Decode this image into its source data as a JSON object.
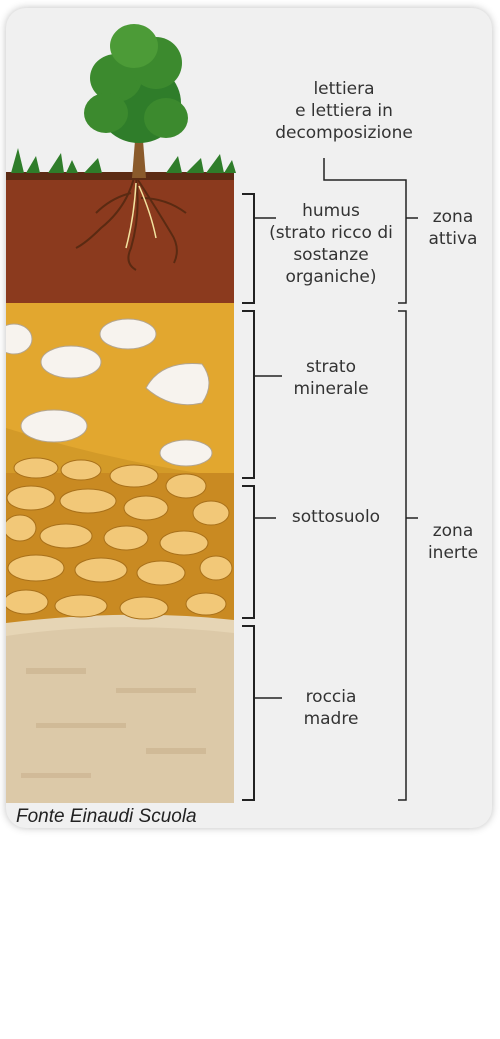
{
  "labels": {
    "lettiera": [
      "lettiera",
      "e lettiera in",
      "decomposizione"
    ],
    "humus": [
      "humus",
      "(strato ricco di",
      "sostanze",
      "organiche)"
    ],
    "strato_minerale": [
      "strato",
      "minerale"
    ],
    "sottosuolo": "sottosuolo",
    "roccia_madre": [
      "roccia",
      "madre"
    ],
    "zona_attiva": [
      "zona",
      "attiva"
    ],
    "zona_inerte": [
      "zona",
      "inerte"
    ]
  },
  "caption": "Fonte Einaudi Scuola",
  "colors": {
    "humus": "#8b3a1e",
    "mineral": "#e2a72f",
    "subsoil": "#d7982c",
    "bedrock": "#dcc9a8",
    "stone": "#f7efe0",
    "foliage": "#3c8a2e",
    "trunk": "#8a5a2b"
  }
}
